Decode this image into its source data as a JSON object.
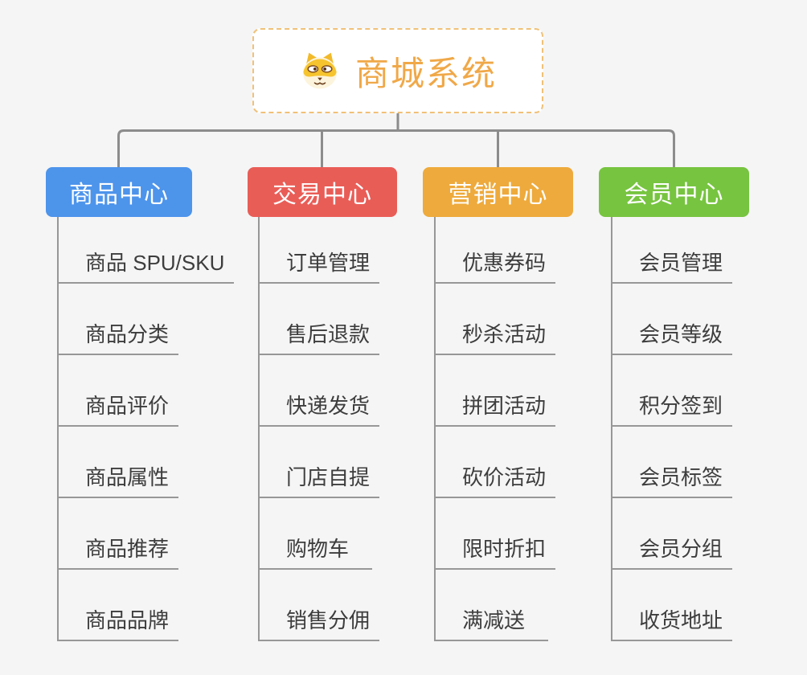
{
  "root": {
    "title": "商城系统",
    "icon": "dog-face-icon",
    "text_color": "#f0a848",
    "border_color": "#f0c178"
  },
  "branches": [
    {
      "label": "商品中心",
      "color": "#4d94eb",
      "items": [
        "商品 SPU/SKU",
        "商品分类",
        "商品评价",
        "商品属性",
        "商品推荐",
        "商品品牌"
      ]
    },
    {
      "label": "交易中心",
      "color": "#e95d57",
      "items": [
        "订单管理",
        "售后退款",
        "快递发货",
        "门店自提",
        "购物车",
        "销售分佣"
      ]
    },
    {
      "label": "营销中心",
      "color": "#eeaa3c",
      "items": [
        "优惠券码",
        "秒杀活动",
        "拼团活动",
        "砍价活动",
        "限时折扣",
        "满减送"
      ]
    },
    {
      "label": "会员中心",
      "color": "#77c440",
      "items": [
        "会员管理",
        "会员等级",
        "积分签到",
        "会员标签",
        "会员分组",
        "收货地址"
      ]
    }
  ],
  "colors": {
    "background": "#f5f5f5",
    "tree_connector": "#8c8c8c",
    "leaf_connector": "#979797"
  }
}
